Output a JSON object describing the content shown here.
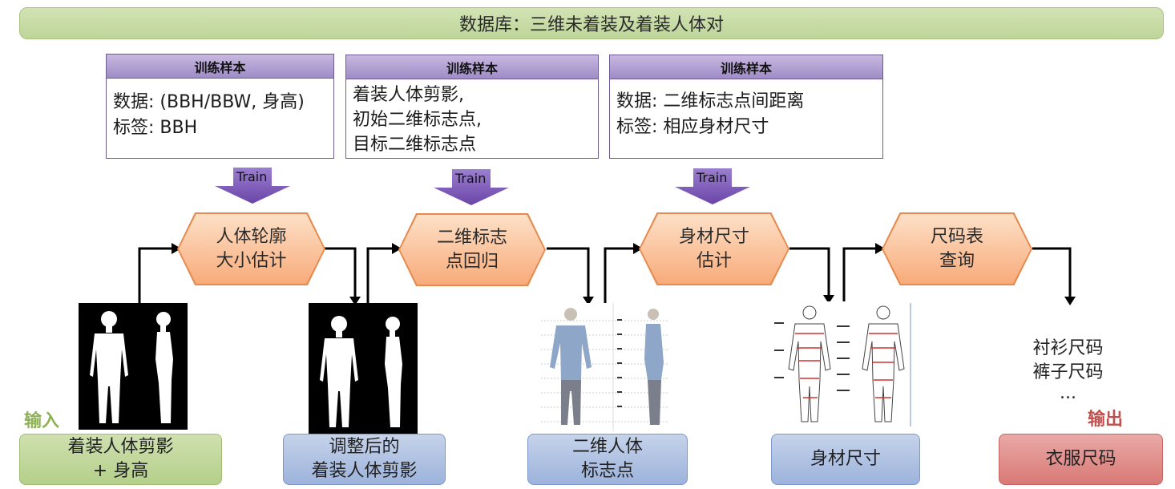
{
  "banner": {
    "title": "数据库：三维未着装及着装人体对"
  },
  "samples": [
    {
      "head": "训练样本",
      "line1": "数据: (BBH/BBW, 身高)",
      "line2": "标签: BBH",
      "line3": ""
    },
    {
      "head": "训练样本",
      "line1": "着装人体剪影,",
      "line2": "初始二维标志点,",
      "line3": "目标二维标志点"
    },
    {
      "head": "训练样本",
      "line1": "数据: 二维标志点间距离",
      "line2": "标签: 相应身材尺寸",
      "line3": ""
    }
  ],
  "train_label": "Train",
  "processes": [
    {
      "line1": "人体轮廓",
      "line2": "大小估计"
    },
    {
      "line1": "二维标志",
      "line2": "点回归"
    },
    {
      "line1": "身材尺寸",
      "line2": "估计"
    },
    {
      "line1": "尺码表",
      "line2": "查询"
    }
  ],
  "input_label": "输入",
  "output_label": "输出",
  "boxes": {
    "input": {
      "line1": "着装人体剪影",
      "line2": "+ 身高"
    },
    "adjusted": {
      "line1": "调整后的",
      "line2": "着装人体剪影"
    },
    "landmarks": {
      "line1": "二维人体",
      "line2": "标志点"
    },
    "measurements": {
      "line1": "身材尺寸"
    },
    "output": {
      "line1": "衣服尺码"
    }
  },
  "sizes": {
    "line1": "衬衫尺码",
    "line2": "裤子尺码",
    "line3": "..."
  },
  "colors": {
    "input_label": "#8db253",
    "output_label": "#c0504d",
    "train_arrow": "#7a56b4",
    "process_fill": "#f8ab7a"
  }
}
